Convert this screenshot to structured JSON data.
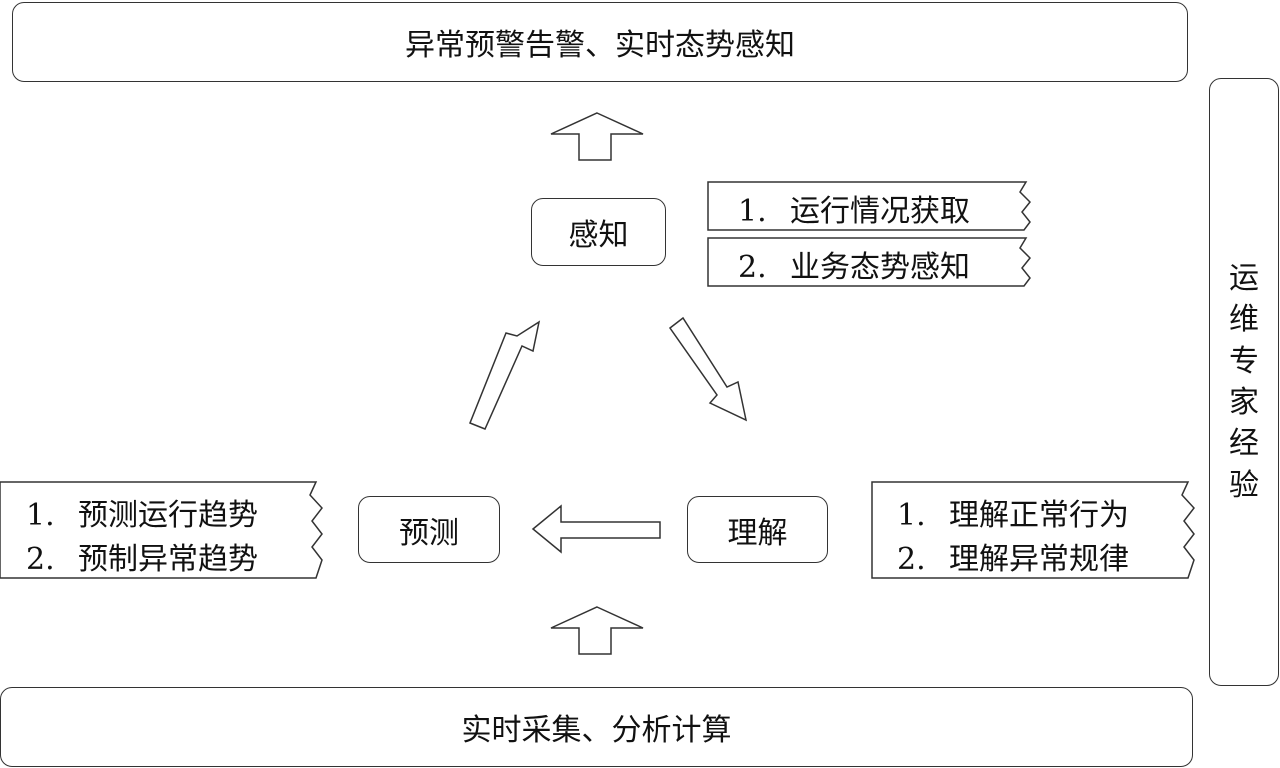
{
  "top_band": {
    "label": "异常预警告警、实时态势感知"
  },
  "bottom_band": {
    "label": "实时采集、分析计算"
  },
  "side_panel": {
    "chars": [
      "运",
      "维",
      "专",
      "家",
      "经",
      "验"
    ]
  },
  "nodes": {
    "perceive": "感知",
    "understand": "理解",
    "predict": "预测"
  },
  "perceive_notes": [
    {
      "num": "1.",
      "text": "运行情况获取"
    },
    {
      "num": "2.",
      "text": "业务态势感知"
    }
  ],
  "understand_notes": [
    {
      "num": "1.",
      "text": "理解正常行为"
    },
    {
      "num": "2.",
      "text": "理解异常规律"
    }
  ],
  "predict_notes": [
    {
      "num": "1.",
      "text": "预测运行趋势"
    },
    {
      "num": "2.",
      "text": "预制异常趋势"
    }
  ]
}
